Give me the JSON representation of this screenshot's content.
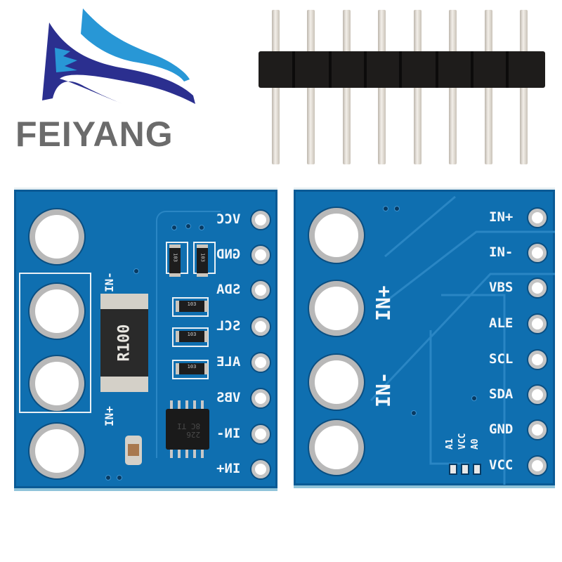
{
  "brand": {
    "name": "FEIYANG",
    "colors": {
      "dark_blue": "#2b2f8f",
      "light_blue": "#2897d6",
      "text_gray": "#6b6b6b"
    }
  },
  "header_pins": {
    "count": 8,
    "housing_color": "#1e1c1b"
  },
  "front_board": {
    "pcb_color": "#0f6fb0",
    "pin_labels": [
      "VCC",
      "GND",
      "SDA",
      "SCL",
      "ALE",
      "VBS",
      "IN-",
      "IN+"
    ],
    "terminal_labels": {
      "top": "IN-",
      "bottom": "IN+"
    },
    "shunt_resistor": "R100",
    "small_resistors": [
      "103",
      "103",
      "103",
      "103",
      "103"
    ],
    "chip_marking": {
      "line1": "226",
      "line2": "8C TI"
    }
  },
  "back_board": {
    "pcb_color": "#0f6fb0",
    "pin_labels": [
      "IN+",
      "IN-",
      "VBS",
      "ALE",
      "SCL",
      "SDA",
      "GND",
      "VCC"
    ],
    "terminal_labels": {
      "upper": "IN+",
      "lower": "IN-"
    },
    "address_labels": [
      "A1",
      "VCC",
      "A0"
    ]
  }
}
